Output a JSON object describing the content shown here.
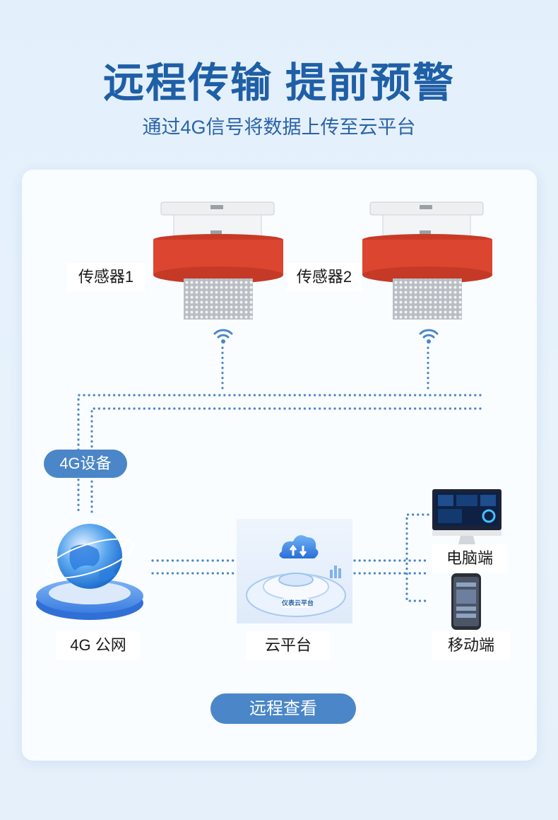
{
  "header": {
    "title": "远程传输 提前预警",
    "subtitle": "通过4G信号将数据上传至云平台"
  },
  "sensors": [
    {
      "label": "传感器1"
    },
    {
      "label": "传感器2"
    }
  ],
  "device_badge": "4G设备",
  "nodes": {
    "network": "4G 公网",
    "cloud": "云平台",
    "cloud_chip": "仪表云平台",
    "pc": "电脑端",
    "mobile": "移动端"
  },
  "remote_button": "远程查看",
  "colors": {
    "accent": "#1f5fa6",
    "line": "#4a86c8",
    "sensor_red": "#dc4530",
    "pill": "#4a86c8"
  }
}
